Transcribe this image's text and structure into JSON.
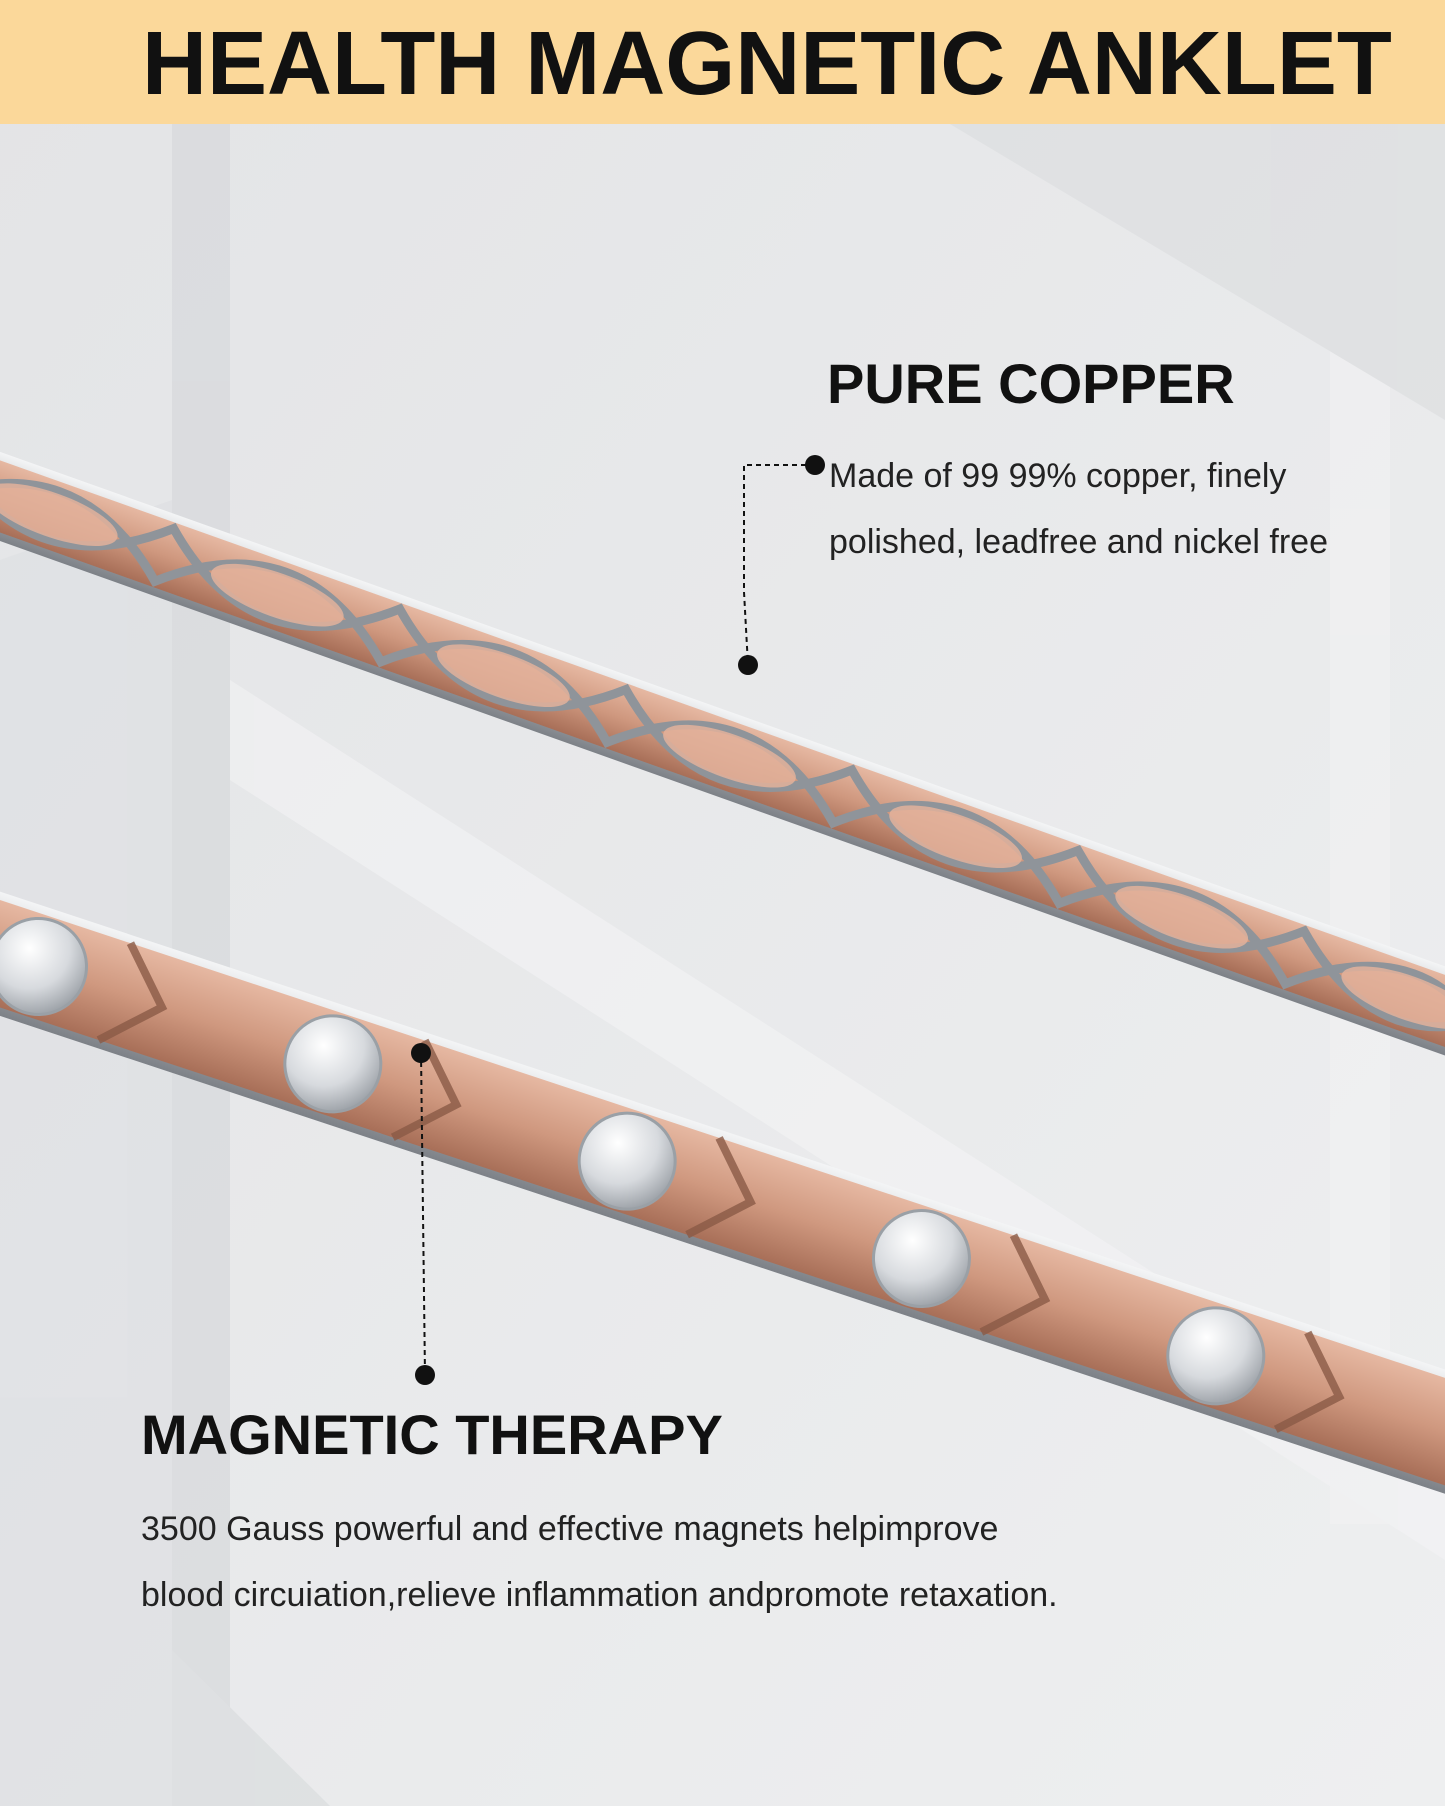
{
  "banner": {
    "title": "HEALTH MAGNETIC ANKLET",
    "background_color": "#fbd89a"
  },
  "features": {
    "copper": {
      "heading": "PURE COPPER",
      "lines": [
        "Made of 99 99% copper, finely",
        "polished, leadfree and nickel free"
      ]
    },
    "magnetic": {
      "heading": "MAGNETIC THERAPY",
      "lines": [
        "3500 Gauss powerful and effective magnets helpimprove",
        "blood circuiation,relieve inflammation andpromote retaxation."
      ]
    }
  },
  "colors": {
    "copper": "#d09a82",
    "silver": "#c9ccd0",
    "magnet": "#dfe2e6",
    "text": "#111111"
  }
}
